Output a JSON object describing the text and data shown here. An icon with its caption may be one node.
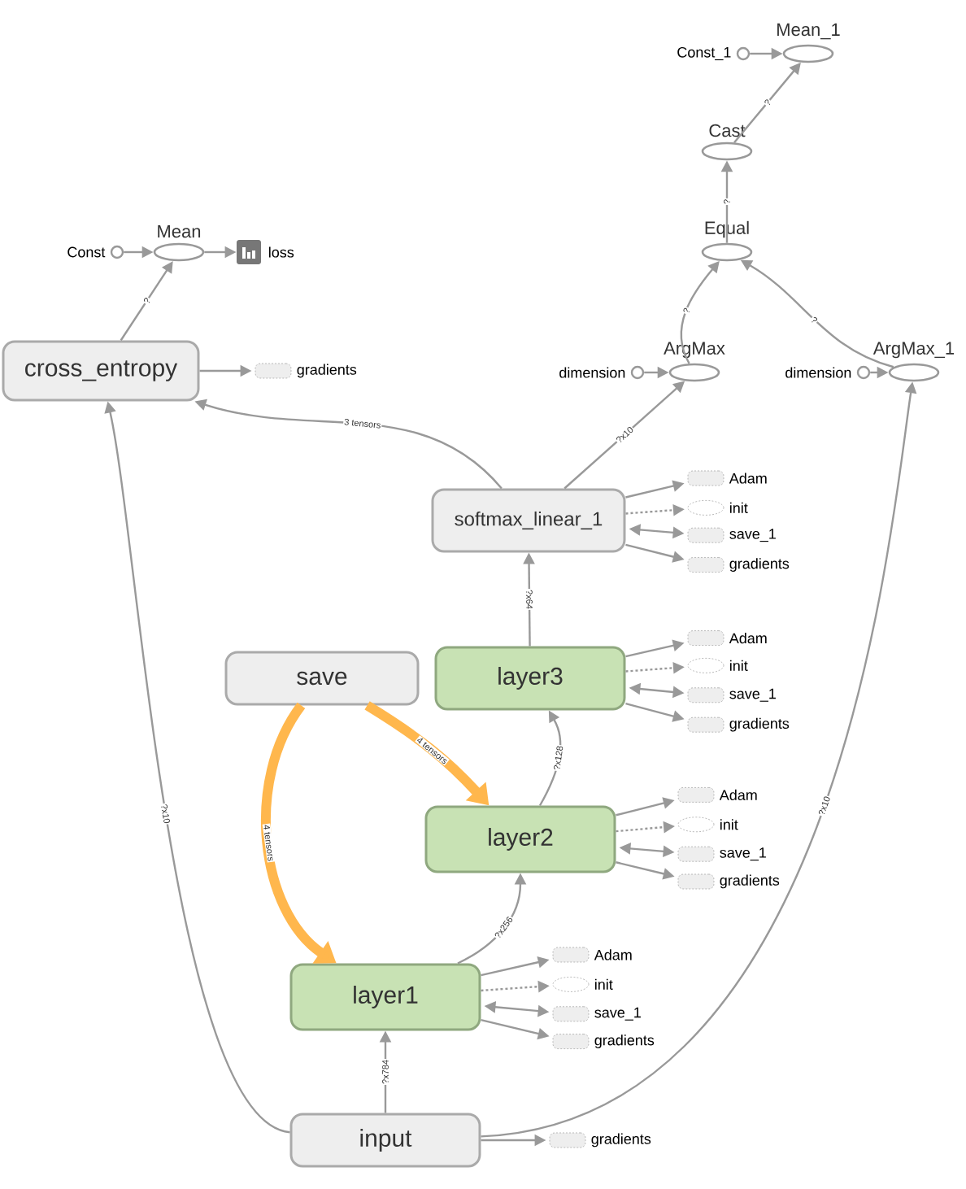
{
  "diagram": {
    "nodes": [
      {
        "text": [
          "Mean_1"
        ]
      },
      {
        "text": [
          "Const_1"
        ]
      },
      {
        "text": [
          "Cast"
        ]
      },
      {
        "text": [
          "Mean"
        ]
      },
      {
        "text": [
          "Const"
        ]
      },
      {
        "text": [
          "loss"
        ]
      },
      {
        "text": [
          "Equal"
        ]
      },
      {
        "text": [
          "cross_entropy"
        ]
      },
      {
        "text": [
          "gradients"
        ]
      },
      {
        "text": [
          "ArgMax"
        ]
      },
      {
        "text": [
          "dimension"
        ]
      },
      {
        "text": [
          "ArgMax_1"
        ]
      },
      {
        "text": [
          "dimension"
        ]
      },
      {
        "text": [
          "softmax_linear_1"
        ]
      },
      {
        "text": [
          "Adam"
        ]
      },
      {
        "text": [
          "init"
        ]
      },
      {
        "text": [
          "save_1"
        ]
      },
      {
        "text": [
          "gradients"
        ]
      },
      {
        "text": [
          "save"
        ]
      },
      {
        "text": [
          "layer3"
        ]
      },
      {
        "text": [
          "Adam"
        ]
      },
      {
        "text": [
          "init"
        ]
      },
      {
        "text": [
          "save_1"
        ]
      },
      {
        "text": [
          "gradients"
        ]
      },
      {
        "text": [
          "layer2"
        ]
      },
      {
        "text": [
          "Adam"
        ]
      },
      {
        "text": [
          "init"
        ]
      },
      {
        "text": [
          "save_1"
        ]
      },
      {
        "text": [
          "gradients"
        ]
      },
      {
        "text": [
          "layer1"
        ]
      },
      {
        "text": [
          "Adam"
        ]
      },
      {
        "text": [
          "init"
        ]
      },
      {
        "text": [
          "save_1"
        ]
      },
      {
        "text": [
          "gradients"
        ]
      },
      {
        "text": [
          "input"
        ]
      },
      {
        "text": [
          "gradients"
        ]
      }
    ],
    "edges": [
      {
        "from": 1,
        "to": 0,
        "arrow": "to"
      },
      {
        "from": 2,
        "to": 0,
        "arrow": "to",
        "label": "?"
      },
      {
        "from": 6,
        "to": 2,
        "arrow": "to",
        "label": "?"
      },
      {
        "from": 4,
        "to": 3,
        "arrow": "to"
      },
      {
        "from": 3,
        "to": 5,
        "arrow": "to"
      },
      {
        "from": 7,
        "to": 3,
        "arrow": "to",
        "label": "?"
      },
      {
        "from": 9,
        "to": 6,
        "arrow": "to",
        "label": "?"
      },
      {
        "from": 11,
        "to": 6,
        "arrow": "to",
        "label": "?"
      },
      {
        "from": 7,
        "to": 8,
        "arrow": "to"
      },
      {
        "from": 10,
        "to": 9,
        "arrow": "to"
      },
      {
        "from": 12,
        "to": 11,
        "arrow": "to"
      },
      {
        "from": 13,
        "to": 7,
        "arrow": "to",
        "label": "3 tensors"
      },
      {
        "from": 13,
        "to": 9,
        "arrow": "to",
        "label": "?x10"
      },
      {
        "from": 13,
        "to": 14,
        "arrow": "to"
      },
      {
        "from": 13,
        "to": 15,
        "arrow": "to",
        "style": "dashed"
      },
      {
        "from": 13,
        "to": 16,
        "arrow": "both"
      },
      {
        "from": 13,
        "to": 17,
        "arrow": "to"
      },
      {
        "from": 19,
        "to": 13,
        "arrow": "to",
        "label": "?x64"
      },
      {
        "from": 19,
        "to": 20,
        "arrow": "to"
      },
      {
        "from": 19,
        "to": 21,
        "arrow": "to",
        "style": "dashed"
      },
      {
        "from": 19,
        "to": 22,
        "arrow": "both"
      },
      {
        "from": 19,
        "to": 23,
        "arrow": "to"
      },
      {
        "from": 18,
        "to": 24,
        "arrow": "to",
        "label": "4 tensors",
        "style": "thick",
        "color": "#ffb74d"
      },
      {
        "from": 24,
        "to": 19,
        "arrow": "to",
        "label": "?x128"
      },
      {
        "from": 24,
        "to": 25,
        "arrow": "to"
      },
      {
        "from": 24,
        "to": 26,
        "arrow": "to",
        "style": "dashed"
      },
      {
        "from": 24,
        "to": 27,
        "arrow": "both"
      },
      {
        "from": 24,
        "to": 28,
        "arrow": "to"
      },
      {
        "from": 18,
        "to": 29,
        "arrow": "to",
        "label": "4 tensors",
        "style": "thick",
        "color": "#ffb74d"
      },
      {
        "from": 29,
        "to": 30,
        "arrow": "to"
      },
      {
        "from": 29,
        "to": 31,
        "arrow": "to",
        "style": "dashed"
      },
      {
        "from": 29,
        "to": 32,
        "arrow": "both"
      },
      {
        "from": 29,
        "to": 33,
        "arrow": "to"
      },
      {
        "from": 34,
        "to": 29,
        "arrow": "to",
        "label": "?x784"
      },
      {
        "from": 29,
        "to": 24,
        "arrow": "to",
        "label": "?x256"
      },
      {
        "from": 34,
        "to": 7,
        "arrow": "to",
        "label": "?x10"
      },
      {
        "from": 34,
        "to": 11,
        "arrow": "to",
        "label": "?x10"
      },
      {
        "from": 34,
        "to": 35,
        "arrow": "to"
      }
    ]
  }
}
